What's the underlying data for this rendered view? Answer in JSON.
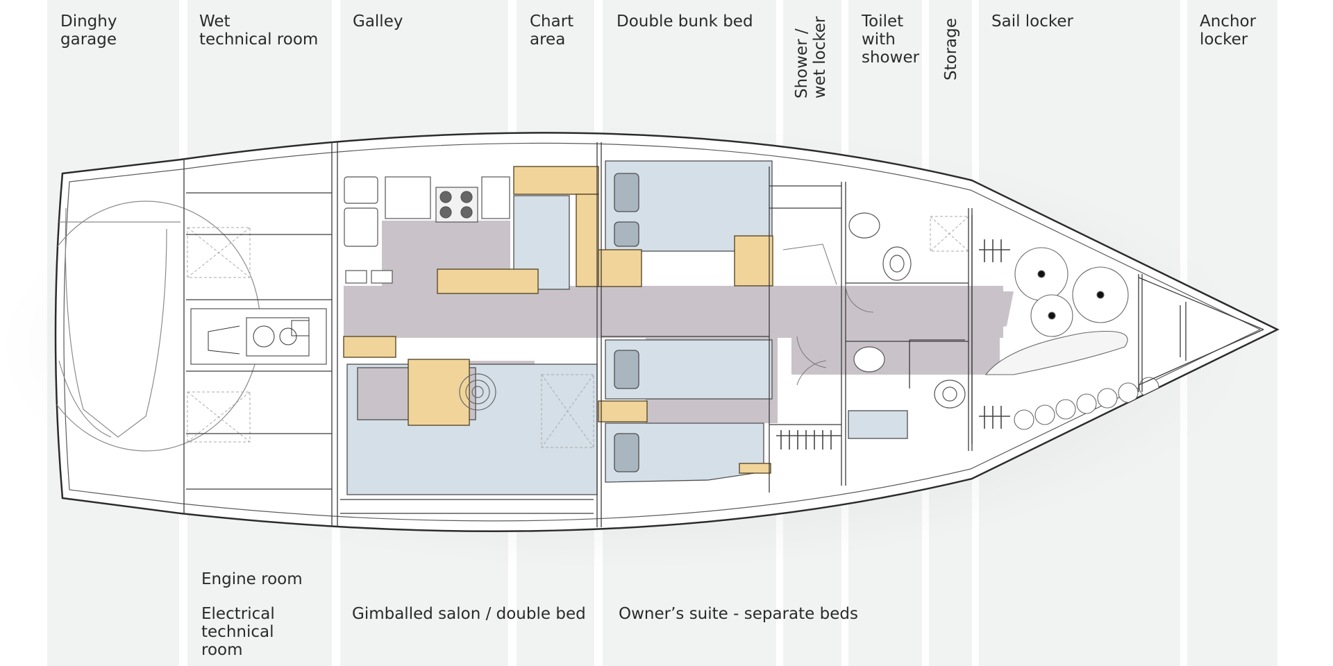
{
  "diagram": {
    "top_labels": {
      "dinghy_garage": "Dinghy\ngarage",
      "wet_technical_room": "Wet\ntechnical room",
      "galley": "Galley",
      "chart_area": "Chart\narea",
      "double_bunk_bed": "Double bunk bed",
      "shower_wet_locker": "Shower /\nwet locker",
      "toilet_with_shower": "Toilet\nwith\nshower",
      "storage": "Storage",
      "sail_locker": "Sail locker",
      "anchor_locker": "Anchor\nlocker"
    },
    "bottom_labels": {
      "engine_room": "Engine room",
      "electrical_technical_room": "Electrical\ntechnical\nroom",
      "gimballed_salon": "Gimballed salon / double bed",
      "owners_suite": "Owner’s suite - separate beds"
    },
    "colors": {
      "zone_band": "#f1f3f3",
      "hull_outline": "#2b2b2b",
      "deck_white": "#ffffff",
      "floor_mauve": "#c9c3c9",
      "cushion_blue": "#d4dfe7",
      "wood_tan": "#f0d49a",
      "line_gray": "#9a9a9a"
    }
  }
}
